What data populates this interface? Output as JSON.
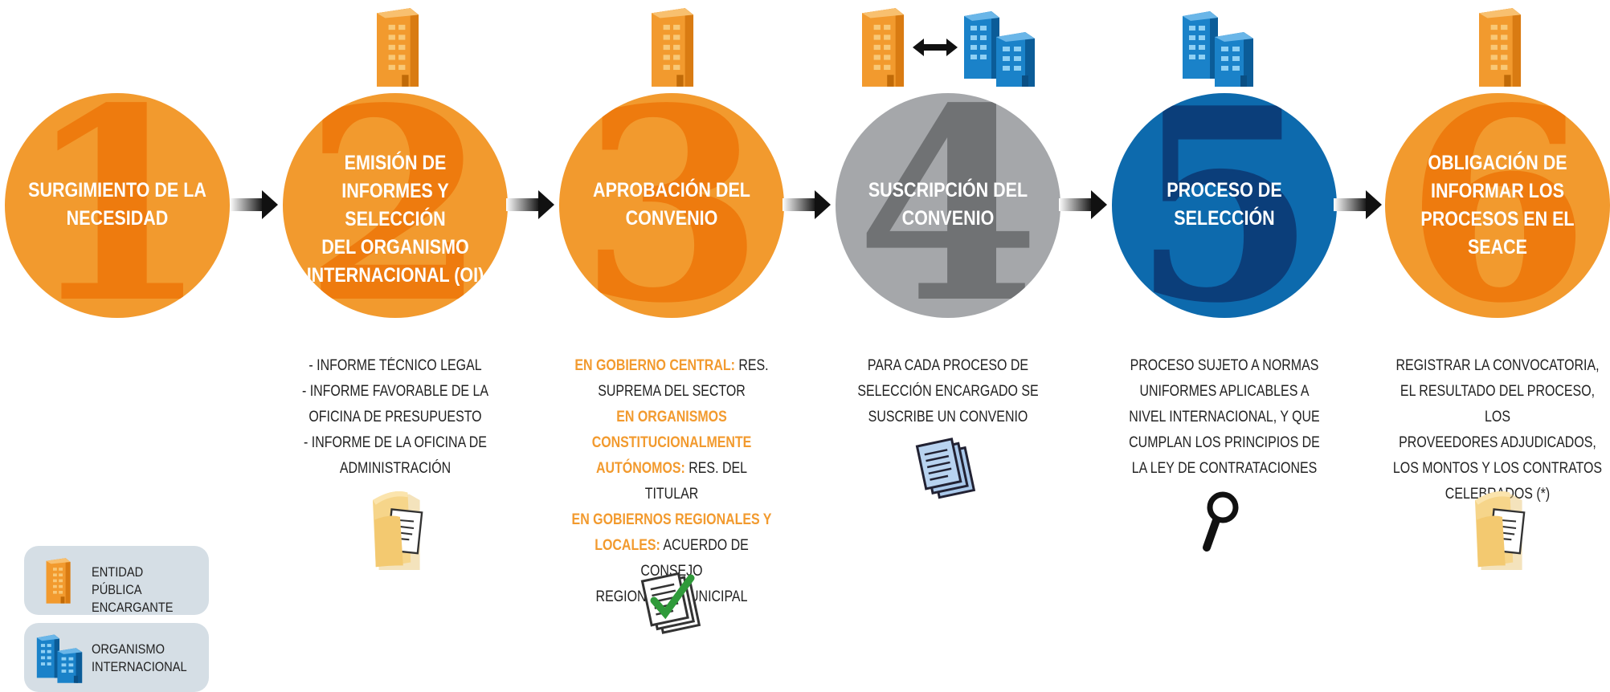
{
  "steps": [
    {
      "number": "1",
      "title_lines": [
        "SURGIMIENTO DE LA",
        "NECESIDAD"
      ],
      "color": "#f29a2e",
      "num_color": "#ee7b0e"
    },
    {
      "number": "2",
      "title_lines": [
        "EMISIÓN DE",
        "INFORMES Y SELECCIÓN",
        "DEL ORGANISMO",
        "INTERNACIONAL (OI)"
      ],
      "color": "#f29a2e",
      "num_color": "#ee7b0e"
    },
    {
      "number": "3",
      "title_lines": [
        "APROBACIÓN DEL",
        "CONVENIO"
      ],
      "color": "#f29a2e",
      "num_color": "#ee7b0e"
    },
    {
      "number": "4",
      "title_lines": [
        "SUSCRIPCIÓN DEL",
        "CONVENIO"
      ],
      "color": "#a5a7aa",
      "num_color": "#707274"
    },
    {
      "number": "5",
      "title_lines": [
        "PROCESO DE",
        "SELECCIÓN"
      ],
      "color": "#0d6aad",
      "num_color": "#0b3e7a"
    },
    {
      "number": "6",
      "title_lines": [
        "OBLIGACIÓN DE",
        "INFORMAR LOS",
        "PROCESOS EN EL",
        "SEACE"
      ],
      "color": "#f29a2e",
      "num_color": "#ee7b0e"
    }
  ],
  "descriptions": {
    "step2": [
      "- INFORME TÉCNICO LEGAL",
      "- INFORME FAVORABLE DE LA",
      "OFICINA DE PRESUPUESTO",
      "- INFORME DE LA OFICINA DE",
      "ADMINISTRACIÓN"
    ],
    "step3": {
      "central_label": "EN GOBIERNO CENTRAL:",
      "central_text": " RES.",
      "central_text2": "SUPREMA DEL SECTOR",
      "autonomos_label1": "EN ORGANISMOS",
      "autonomos_label2": "CONSTITUCIONALMENTE",
      "autonomos_label3": "AUTÓNOMOS:",
      "autonomos_text": " RES. DEL TITULAR",
      "regional_label1": "EN GOBIERNOS REGIONALES Y",
      "regional_label2": "LOCALES:",
      "regional_text": " ACUERDO DE CONSEJO",
      "regional_text2": "REGIONAL O MUNICIPAL"
    },
    "step4": [
      "PARA CADA PROCESO DE",
      "SELECCIÓN ENCARGADO SE",
      "SUSCRIBE UN CONVENIO"
    ],
    "step5": [
      "PROCESO SUJETO A NORMAS",
      "UNIFORMES APLICABLES A",
      "NIVEL INTERNACIONAL, Y QUE",
      "CUMPLAN LOS PRINCIPIOS DE",
      "LA LEY DE CONTRATACIONES"
    ],
    "step6": [
      "REGISTRAR LA CONVOCATORIA,",
      "EL RESULTADO DEL PROCESO, LOS",
      "PROVEEDORES ADJUDICADOS,",
      "LOS MONTOS Y LOS CONTRATOS",
      "CELEBRADOS (*)"
    ]
  },
  "legend": {
    "entity_line1": "ENTIDAD PÚBLICA",
    "entity_line2": "ENCARGANTE",
    "org_line1": "ORGANISMO",
    "org_line2": "INTERNACIONAL"
  },
  "icons": {
    "orange_building": "orange-building-icon",
    "blue_buildings": "blue-buildings-icon",
    "folder": "folder-document-icon",
    "checklist": "checked-documents-icon",
    "documents": "document-stack-icon",
    "magnifier": "magnifier-icon",
    "double_arrow": "double-arrow-icon",
    "flow_arrow": "flow-arrow-icon"
  }
}
